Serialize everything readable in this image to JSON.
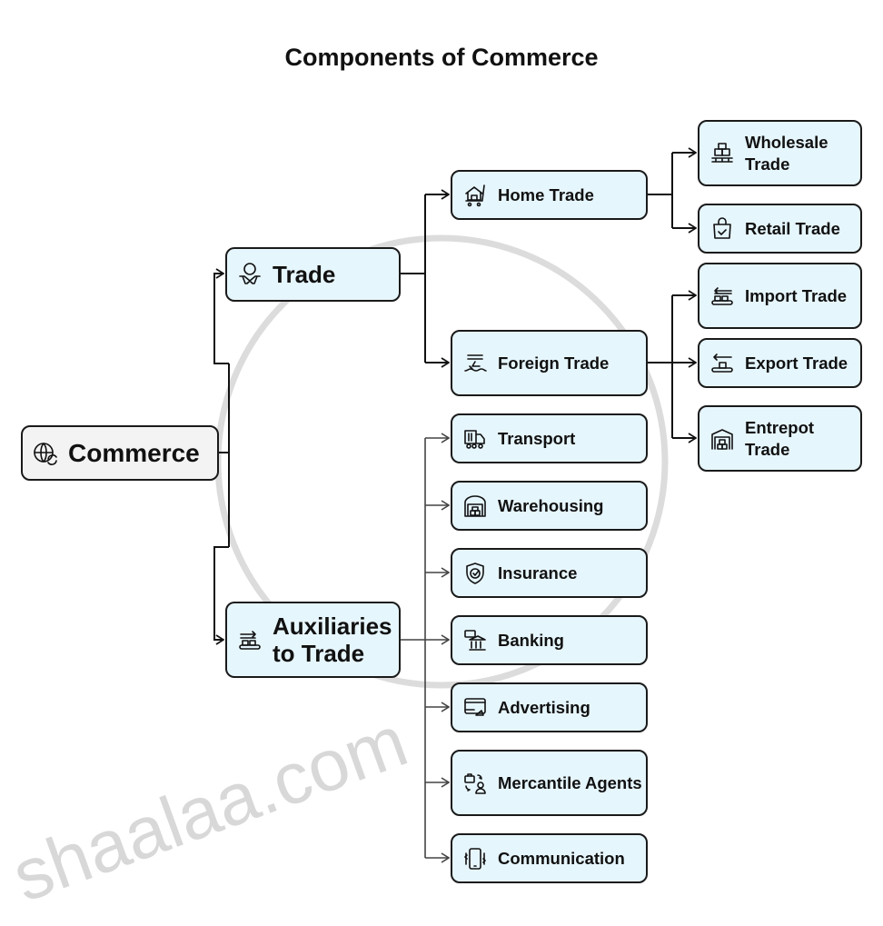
{
  "title": "Components of Commerce",
  "watermark": "shaalaa.com",
  "colors": {
    "node_fill": "#e6f6fd",
    "root_fill": "#f3f3f3",
    "border": "#1a1a1a"
  },
  "root": {
    "label": "Commerce",
    "icon": "globe-exchange-icon"
  },
  "trade": {
    "label": "Trade",
    "icon": "handshake-globe-icon"
  },
  "auxiliaries": {
    "label": "Auxiliaries to Trade",
    "icon": "conveyor-arrow-icon"
  },
  "home_trade": {
    "label": "Home Trade",
    "icon": "home-cart-icon"
  },
  "foreign_trade": {
    "label": "Foreign Trade",
    "icon": "ship-icon"
  },
  "home_children": [
    {
      "label": "Wholesale Trade",
      "icon": "boxes-pallet-icon"
    },
    {
      "label": "Retail Trade",
      "icon": "shopping-bag-icon"
    }
  ],
  "foreign_children": [
    {
      "label": "Import Trade",
      "icon": "import-conveyor-icon"
    },
    {
      "label": "Export Trade",
      "icon": "export-conveyor-icon"
    },
    {
      "label": "Entrepot Trade",
      "icon": "warehouse-box-icon"
    }
  ],
  "aux_children": [
    {
      "label": "Transport",
      "icon": "truck-icon"
    },
    {
      "label": "Warehousing",
      "icon": "warehouse-icon"
    },
    {
      "label": "Insurance",
      "icon": "shield-check-icon"
    },
    {
      "label": "Banking",
      "icon": "bank-icon"
    },
    {
      "label": "Advertising",
      "icon": "billboard-megaphone-icon"
    },
    {
      "label": "Mercantile Agents",
      "icon": "agent-briefcase-icon"
    },
    {
      "label": "Communication",
      "icon": "phone-icon"
    }
  ]
}
